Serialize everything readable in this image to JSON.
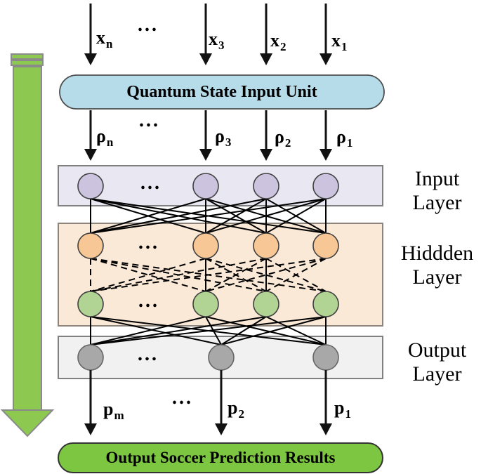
{
  "colors": {
    "flow_arrow_green": "#8DC951",
    "flow_arrow_border": "#8A8A8A",
    "quantum_unit_blue": "#B7DCE9",
    "result_unit_green": "#7DC642",
    "input_layer_bg": "#E9E7F2",
    "input_node_purple": "#CCC4DF",
    "hidden_layer_bg": "#FBE9D7",
    "hidden_node_orange": "#F7C795",
    "hidden_node_green": "#B1D393",
    "output_layer_bg": "#F1F1F1",
    "output_node_gray": "#A8A8A8",
    "connection_line": "#000000"
  },
  "top_inputs": {
    "ellipsis": "...",
    "items": [
      {
        "base": "x",
        "sub": "n"
      },
      {
        "base": "x",
        "sub": "3"
      },
      {
        "base": "x",
        "sub": "2"
      },
      {
        "base": "x",
        "sub": "1"
      }
    ]
  },
  "quantum_unit": {
    "label": "Quantum State Input Unit"
  },
  "state_inputs": {
    "ellipsis": "...",
    "items": [
      {
        "base": "ρ",
        "sub": "n"
      },
      {
        "base": "ρ",
        "sub": "3"
      },
      {
        "base": "ρ",
        "sub": "2"
      },
      {
        "base": "ρ",
        "sub": "1"
      }
    ]
  },
  "layers": [
    {
      "id": "input",
      "label_line1": "Input",
      "label_line2": "Layer",
      "ellipsis": "...",
      "node_count": 4
    },
    {
      "id": "hidden",
      "label_line1": "Hiddden",
      "label_line2": "Layer",
      "ellipsis_top": "...",
      "ellipsis_bottom": "...",
      "node_count_top": 4,
      "node_count_bottom": 4
    },
    {
      "id": "output",
      "label_line1": "Output",
      "label_line2": "Layer",
      "ellipsis": "...",
      "node_count": 3
    }
  ],
  "outputs": {
    "ellipsis": "...",
    "items": [
      {
        "base": "p",
        "sub": "m"
      },
      {
        "base": "p",
        "sub": "2"
      },
      {
        "base": "p",
        "sub": "1"
      }
    ]
  },
  "result_unit": {
    "label": "Output Soccer Prediction Results"
  }
}
